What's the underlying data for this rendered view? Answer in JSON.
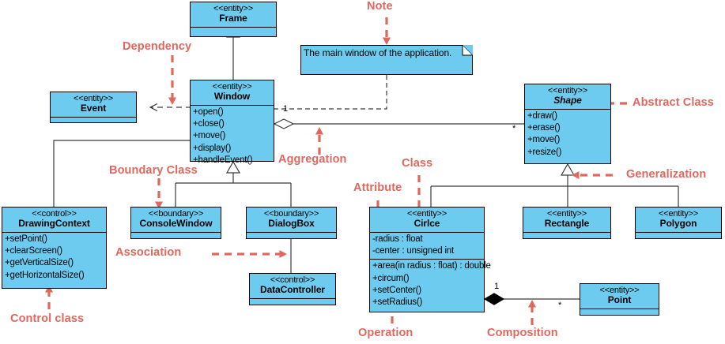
{
  "diagram": {
    "title": "UML Class Diagram",
    "colors": {
      "class_fill": "#6ecbf0",
      "class_border": "#000000",
      "annotation": "#e0675e",
      "line": "#3a3a3a",
      "note_fill": "#6ecbf0"
    }
  },
  "classes": [
    {
      "id": "frame",
      "stereotype": "<<entity>>",
      "name": "Frame",
      "abstract": false,
      "attributes": [],
      "operations": []
    },
    {
      "id": "window",
      "stereotype": "<<entity>>",
      "name": "Window",
      "abstract": false,
      "attributes": [],
      "operations": [
        "+open()",
        "+close()",
        "+move()",
        "+display()",
        "+handleEvent()"
      ]
    },
    {
      "id": "event",
      "stereotype": "<<entity>>",
      "name": "Event",
      "abstract": false,
      "attributes": [],
      "operations": []
    },
    {
      "id": "shape",
      "stereotype": "<<entity>>",
      "name": "Shape",
      "abstract": true,
      "attributes": [],
      "operations": [
        "+draw()",
        "+erase()",
        "+move()",
        "+resize()"
      ]
    },
    {
      "id": "drawingcontext",
      "stereotype": "<<control>>",
      "name": "DrawingContext",
      "abstract": false,
      "attributes": [],
      "operations": [
        "+setPoint()",
        "+clearScreen()",
        "+getVerticalSize()",
        "+getHorizontalSize()"
      ]
    },
    {
      "id": "consolewindow",
      "stereotype": "<<boundary>>",
      "name": "ConsoleWindow",
      "abstract": false,
      "attributes": [],
      "operations": []
    },
    {
      "id": "dialogbox",
      "stereotype": "<<boundary>>",
      "name": "DialogBox",
      "abstract": false,
      "attributes": [],
      "operations": []
    },
    {
      "id": "datacontroller",
      "stereotype": "<<control>>",
      "name": "DataController",
      "abstract": false,
      "attributes": [],
      "operations": []
    },
    {
      "id": "circle",
      "stereotype": "<<entity>>",
      "name": "Cirlce",
      "abstract": false,
      "attributes": [
        "-radius : float",
        "-center : unsigned int"
      ],
      "operations": [
        "+area(in radius : float) : double",
        "+circum()",
        "+setCenter()",
        "+setRadius()"
      ]
    },
    {
      "id": "rectangle",
      "stereotype": "<<entity>>",
      "name": "Rectangle",
      "abstract": false,
      "attributes": [],
      "operations": []
    },
    {
      "id": "polygon",
      "stereotype": "<<entity>>",
      "name": "Polygon",
      "abstract": false,
      "attributes": [],
      "operations": []
    },
    {
      "id": "point",
      "stereotype": "<<entity>>",
      "name": "Point",
      "abstract": false,
      "attributes": [],
      "operations": []
    }
  ],
  "note": {
    "text": "The main window of the application."
  },
  "multiplicities": [
    {
      "id": "window-shape-one",
      "value": "1"
    },
    {
      "id": "window-shape-many",
      "value": "*"
    },
    {
      "id": "circle-point-one",
      "value": "1"
    },
    {
      "id": "circle-point-many",
      "value": "*"
    }
  ],
  "annotations": [
    {
      "id": "note",
      "label": "Note"
    },
    {
      "id": "dependency",
      "label": "Dependency"
    },
    {
      "id": "abstract-class",
      "label": "Abstract Class"
    },
    {
      "id": "aggregation",
      "label": "Aggregation"
    },
    {
      "id": "boundary-class",
      "label": "Boundary Class"
    },
    {
      "id": "class",
      "label": "Class"
    },
    {
      "id": "generalization",
      "label": "Generalization"
    },
    {
      "id": "attribute",
      "label": "Attribute"
    },
    {
      "id": "association",
      "label": "Association"
    },
    {
      "id": "control-class",
      "label": "Control class"
    },
    {
      "id": "operation",
      "label": "Operation"
    },
    {
      "id": "composition",
      "label": "Composition"
    }
  ]
}
